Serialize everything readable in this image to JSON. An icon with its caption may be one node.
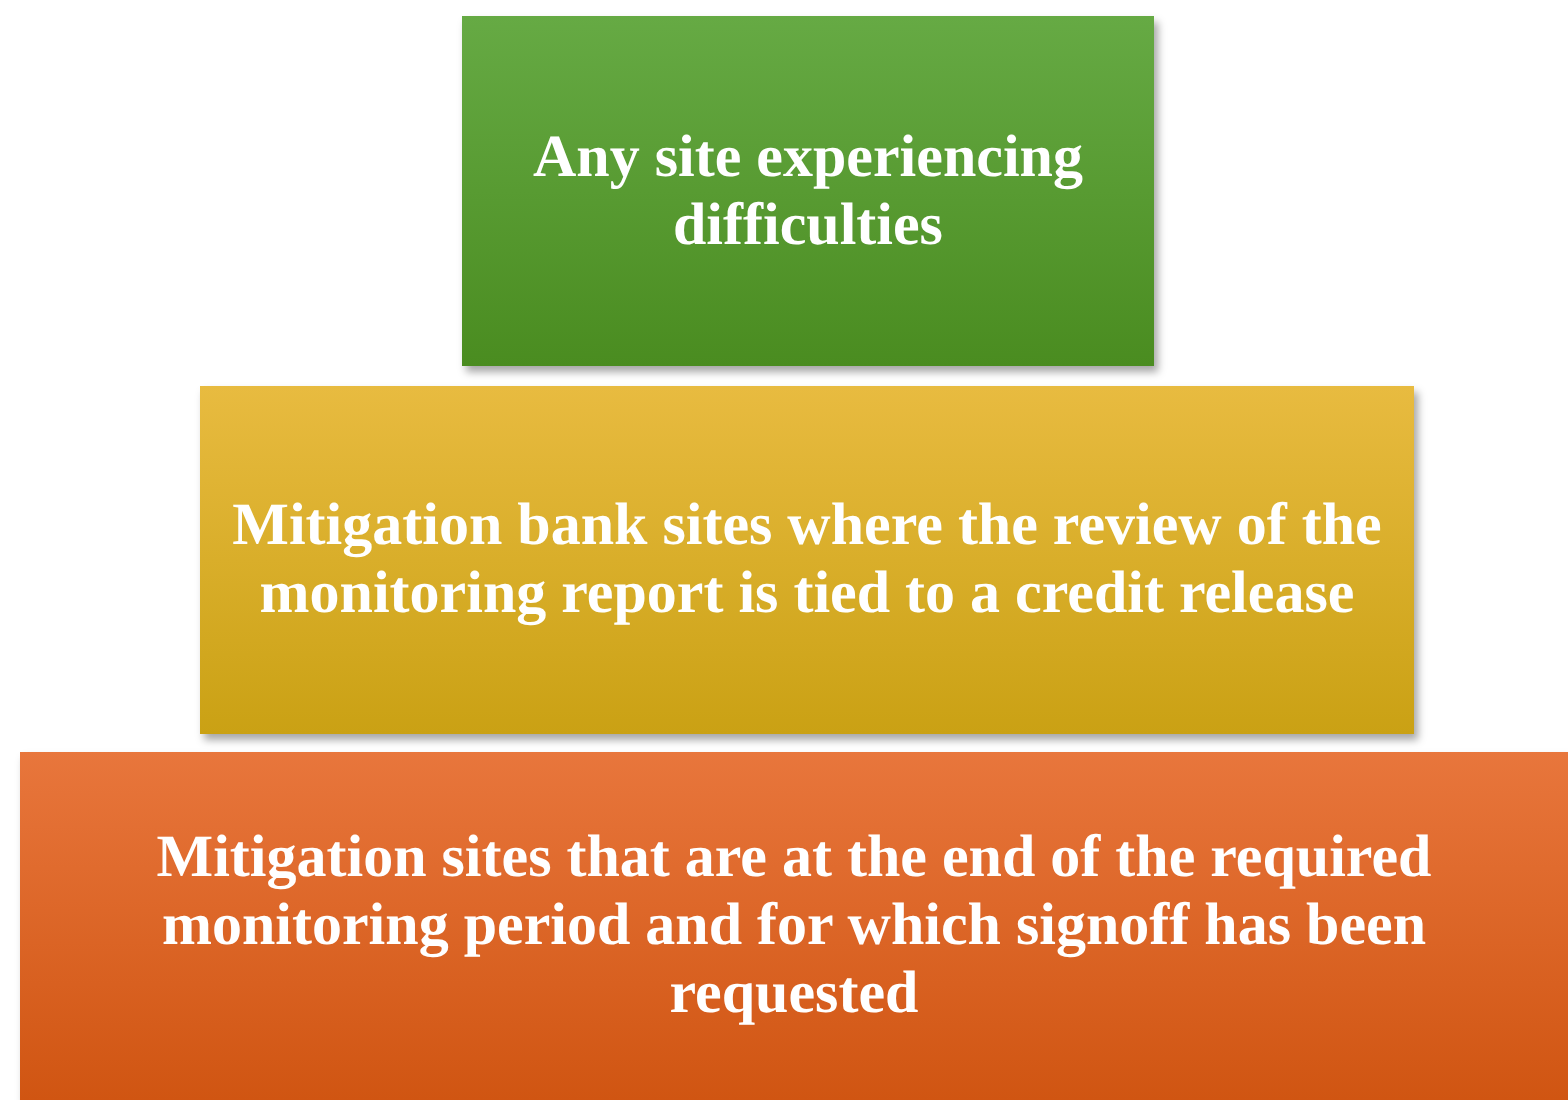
{
  "diagram": {
    "nodes": [
      {
        "text": [
          "Any site experiencing difficulties"
        ]
      },
      {
        "text": [
          "Mitigation bank sites where the review of the monitoring report is tied to a credit release"
        ]
      },
      {
        "text": [
          "Mitigation sites that are at the end of the required monitoring period and for which signoff has been requested"
        ]
      }
    ]
  }
}
